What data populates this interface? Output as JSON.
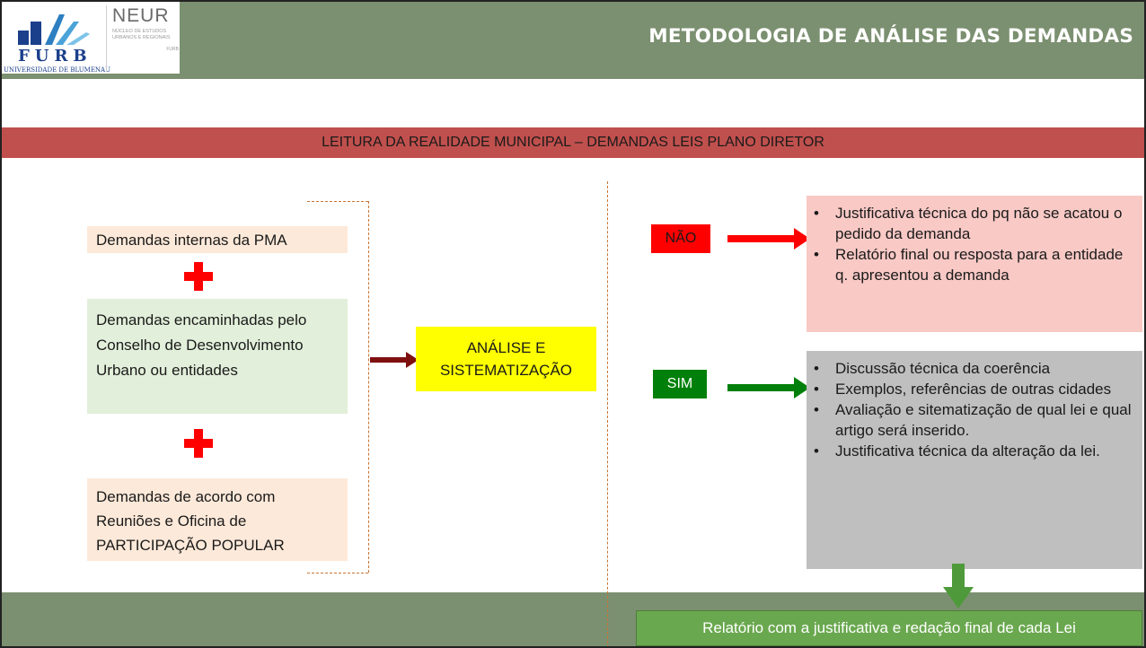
{
  "header": {
    "title": "METODOLOGIA DE ANÁLISE DAS DEMANDAS",
    "logos": {
      "furb": {
        "name": "FURB",
        "subtitle": "UNIVERSIDADE DE BLUMENAU"
      },
      "neur": {
        "name": "NEUR",
        "subtitle": "NÚCLEO DE ESTUDOS URBANOS E REGIONAIS",
        "mark": "FURB"
      }
    }
  },
  "band_title": "LEITURA DA REALIDADE MUNICIPAL – DEMANDAS LEIS PLANO DIRETOR",
  "inputs": {
    "internas": "Demandas internas da PMA",
    "encaminhadas": "Demandas encaminhadas pelo Conselho de Desenvolvimento Urbano ou entidades",
    "participacao": "Demandas de acordo com Reuniões e Oficina de PARTICIPAÇÃO POPULAR"
  },
  "analysis": "ANÁLISE E SISTEMATIZAÇÃO",
  "decision_no": {
    "label": "NÃO",
    "bullets": [
      "Justificativa técnica do pq não se acatou o pedido da demanda",
      "Relatório final ou resposta para a entidade q. apresentou a demanda"
    ]
  },
  "decision_yes": {
    "label": "SIM",
    "bullets": [
      "Discussão técnica da coerência",
      "Exemplos, referências de outras cidades",
      "Avaliação e sitematização de qual lei e qual artigo será inserido.",
      "Justificativa técnica da alteração da lei."
    ]
  },
  "final_report": "Relatório com a justificativa e redação final de cada Lei",
  "colors": {
    "header_band": "#7b9070",
    "red_band": "#c0504d",
    "plus": "#ff0000",
    "arrow_dark": "#7f1010",
    "arrow_red": "#ff0000",
    "arrow_green": "#00800a",
    "arrow_down": "#4e9a3a",
    "dashed": "#c87533"
  }
}
